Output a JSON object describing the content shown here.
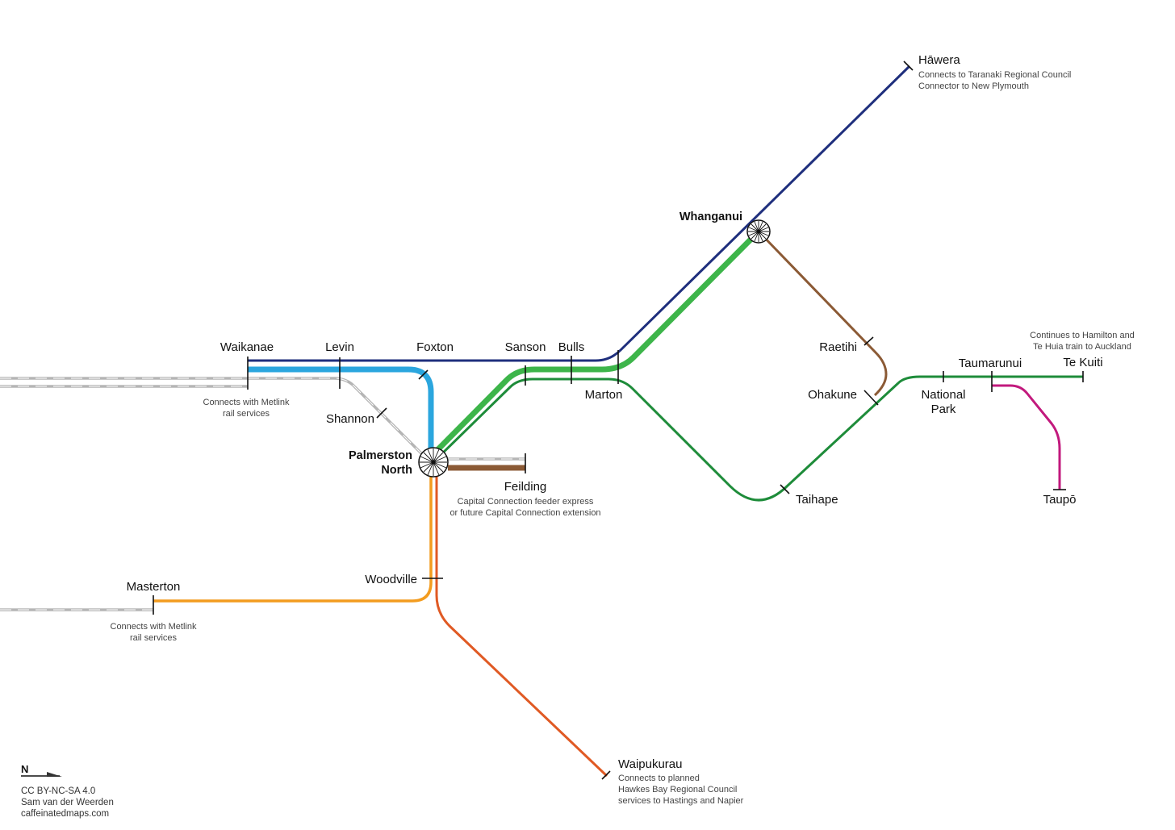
{
  "colors": {
    "blue_dark": "#1f2f7d",
    "blue_light": "#2ba6de",
    "green_bright": "#3db54a",
    "green_dark": "#1e8c3a",
    "brown": "#8b5a35",
    "orange": "#f39c1f",
    "red_orange": "#e05a24",
    "magenta": "#c2197d",
    "grey_rail": "#b5b5b5"
  },
  "stations": {
    "hawera": "Hāwera",
    "whanganui": "Whanganui",
    "waikanae": "Waikanae",
    "levin": "Levin",
    "foxton": "Foxton",
    "sanson": "Sanson",
    "bulls": "Bulls",
    "marton": "Marton",
    "shannon": "Shannon",
    "palmerston_line1": "Palmerston",
    "palmerston_line2": "North",
    "feilding": "Feilding",
    "woodville": "Woodville",
    "masterton": "Masterton",
    "waipukurau": "Waipukurau",
    "raetihi": "Raetihi",
    "ohakune": "Ohakune",
    "taihape": "Taihape",
    "national_park_line1": "National",
    "national_park_line2": "Park",
    "taumarunui": "Taumarunui",
    "te_kuiti": "Te Kuiti",
    "taupo": "Taupō"
  },
  "notes": {
    "hawera_1": "Connects to Taranaki Regional Council",
    "hawera_2": "Connector to New Plymouth",
    "waikanae_1": "Connects with Metlink",
    "waikanae_2": "rail services",
    "feilding_1": "Capital Connection feeder express",
    "feilding_2": "or future Capital Connection extension",
    "masterton_1": "Connects with Metlink",
    "masterton_2": "rail services",
    "waipukurau_1": "Connects to planned",
    "waipukurau_2": "Hawkes Bay Regional Council",
    "waipukurau_3": "services to Hastings and Napier",
    "tekuiti_1": "Continues to Hamilton and",
    "tekuiti_2": "Te Huia train to Auckland"
  },
  "footer": {
    "north": "N",
    "license": "CC BY-NC-SA 4.0",
    "author": "Sam van der Weerden",
    "website": "caffeinatedmaps.com"
  }
}
